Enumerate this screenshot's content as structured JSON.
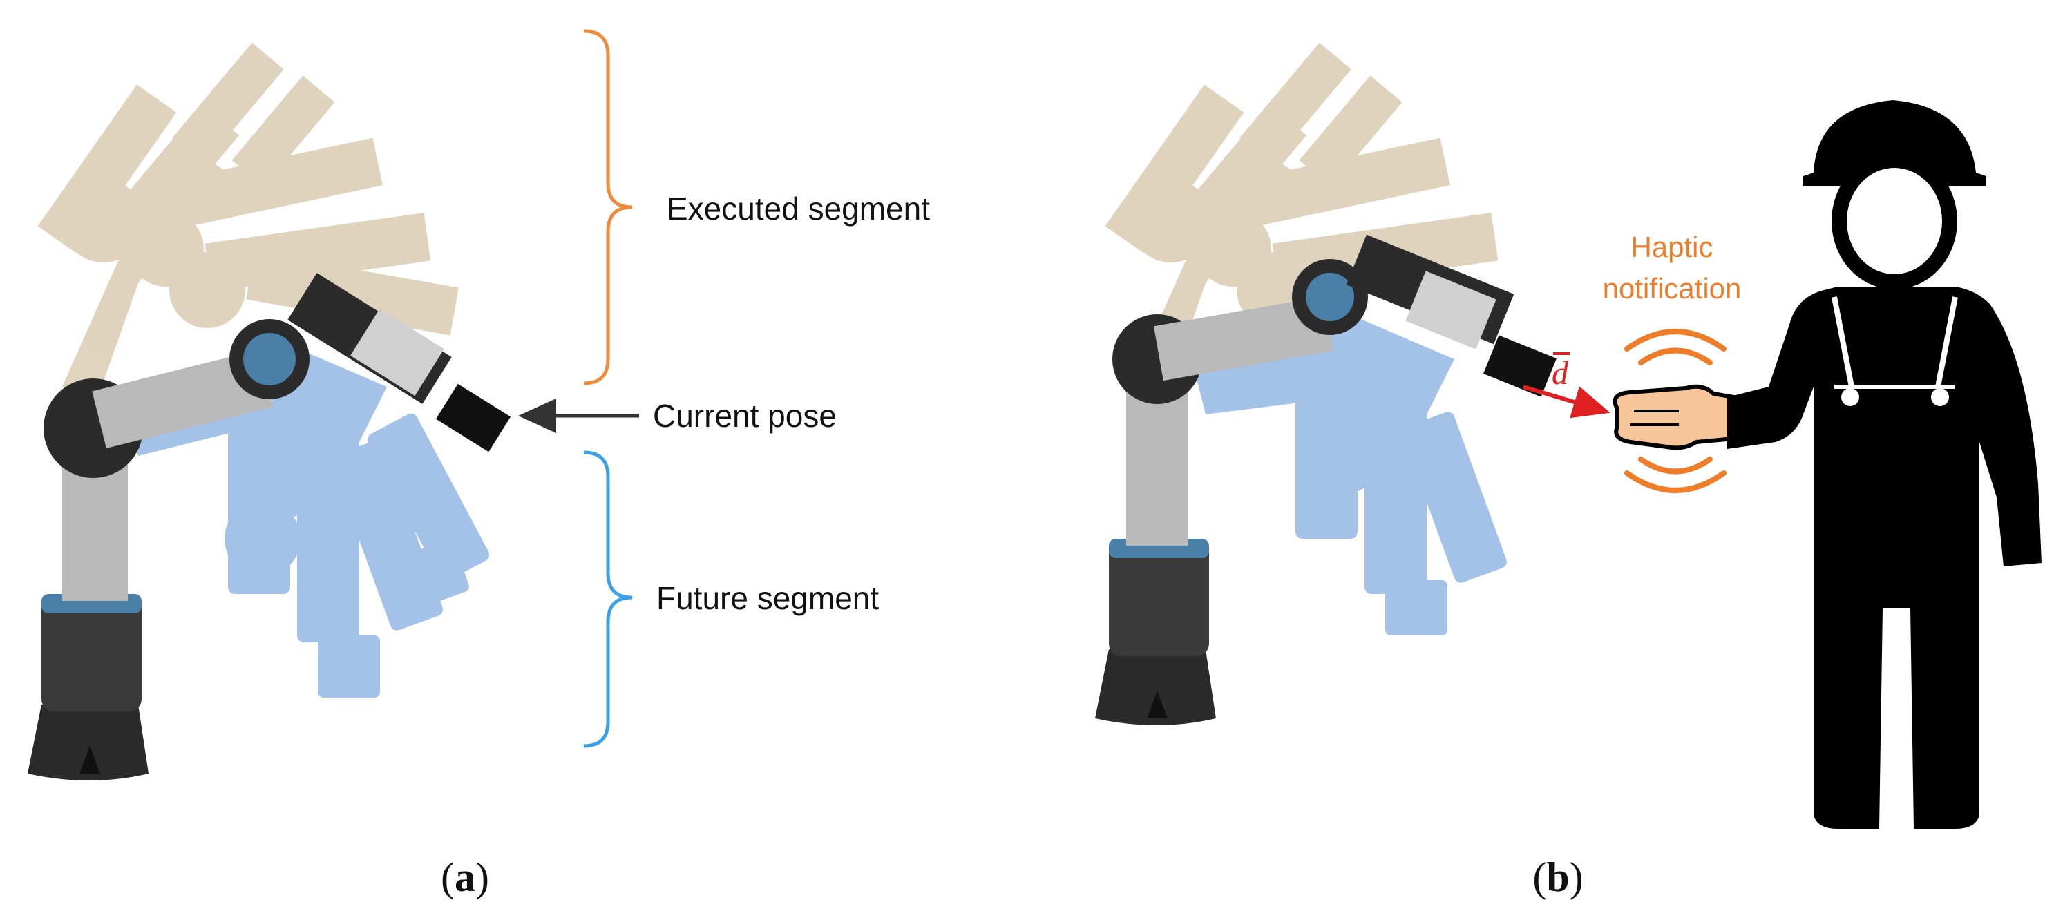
{
  "panel_a": {
    "labels": {
      "executed": "Executed segment",
      "current": "Current pose",
      "future": "Future segment"
    },
    "caption": {
      "open": "(",
      "letter": "a",
      "close": ")"
    }
  },
  "panel_b": {
    "haptic_line1": "Haptic",
    "haptic_line2": "notification",
    "distance_symbol": "d",
    "caption": {
      "open": "(",
      "letter": "b",
      "close": ")"
    }
  },
  "colors": {
    "executed": "#f08a3c",
    "future": "#3aa0e8",
    "ghost_past": "#c8b08a",
    "ghost_future": "#5b8fd6",
    "robot_dark": "#2b2b2b",
    "robot_silver": "#b9b9b9",
    "robot_blue_ring": "#4a7fa8",
    "haptic": "#ee7d2a",
    "distance_arrow": "#e02020",
    "skin": "#f7c59a",
    "human": "#000000"
  },
  "icons": {
    "robot": "robot-arm-icon",
    "human": "worker-icon",
    "waves": "haptic-waves-icon"
  }
}
